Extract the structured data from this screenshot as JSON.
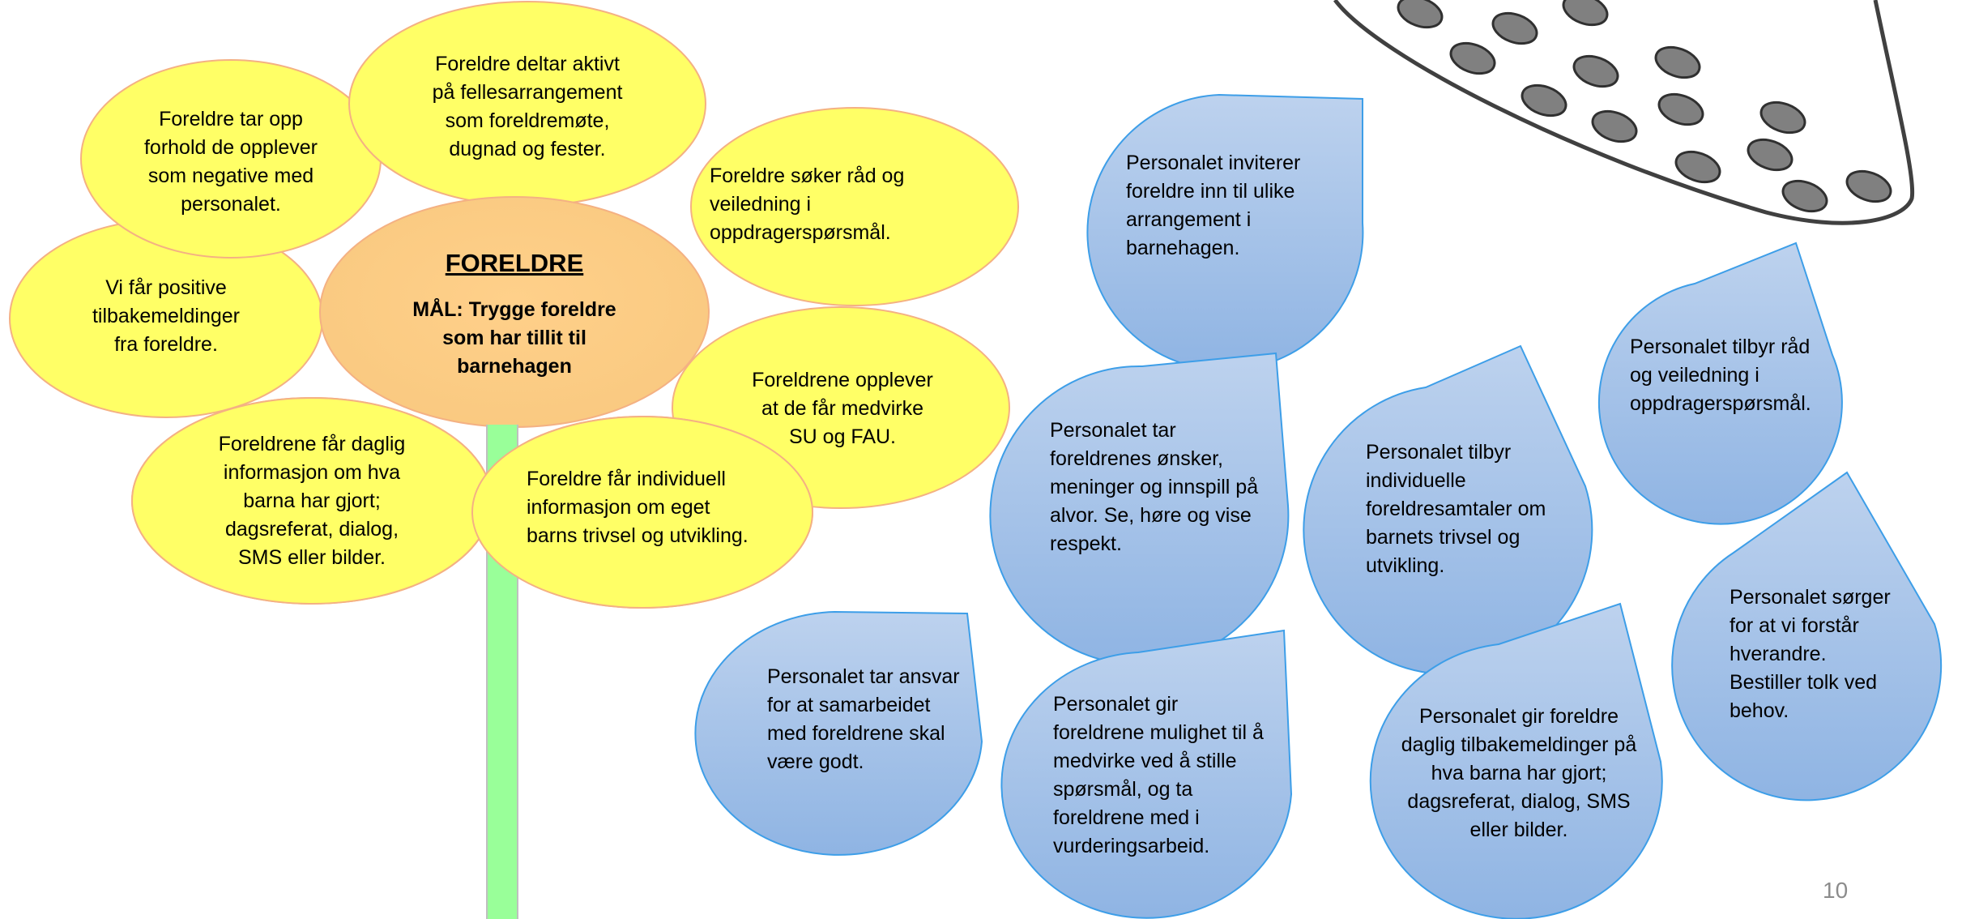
{
  "center": {
    "title": "FORELDRE",
    "goal_lines": [
      "MÅL: Trygge foreldre",
      "som har tillit til",
      "barnehagen"
    ]
  },
  "petals": [
    {
      "lines": [
        "Foreldre deltar aktivt",
        "på fellesarrangement",
        "som foreldremøte,",
        "dugnad og fester."
      ]
    },
    {
      "lines": [
        "Foreldre tar opp",
        "forhold de opplever",
        "som negative med",
        "personalet."
      ]
    },
    {
      "lines": [
        "Foreldre søker råd og",
        "veiledning i",
        "oppdragerspørsmål."
      ]
    },
    {
      "lines": [
        "Vi får positive",
        "tilbakemeldinger",
        "fra foreldre."
      ]
    },
    {
      "lines": [
        "Foreldrene opplever",
        "at de får medvirke",
        "SU og FAU."
      ]
    },
    {
      "lines": [
        "Foreldrene får daglig",
        "informasjon om hva",
        "barna har gjort;",
        "dagsreferat, dialog,",
        "SMS eller bilder."
      ]
    },
    {
      "lines": [
        "Foreldre får individuell",
        "informasjon om eget",
        "barns trivsel og utvikling."
      ]
    }
  ],
  "drops": [
    {
      "lines": [
        "Personalet inviterer",
        "foreldre inn til ulike",
        "arrangement i",
        "barnehagen."
      ]
    },
    {
      "lines": [
        "Personalet tilbyr råd",
        "og veiledning i",
        "oppdragerspørsmål."
      ]
    },
    {
      "lines": [
        "Personalet tar",
        "foreldrenes ønsker,",
        "meninger og innspill på",
        "alvor. Se, høre og vise",
        "respekt."
      ]
    },
    {
      "lines": [
        "Personalet tilbyr",
        "individuelle",
        "foreldresamtaler om",
        "barnets trivsel og",
        "utvikling."
      ]
    },
    {
      "lines": [
        "Personalet sørger",
        "for at vi forstår",
        "hverandre.",
        "Bestiller tolk ved",
        "behov."
      ]
    },
    {
      "lines": [
        "Personalet tar ansvar",
        "for at samarbeidet",
        "med foreldrene skal",
        "være godt."
      ]
    },
    {
      "lines": [
        "Personalet gir",
        "foreldrene mulighet til å",
        "medvirke ved å stille",
        "spørsmål, og ta",
        "foreldrene med i",
        "vurderingsarbeid."
      ]
    },
    {
      "lines": [
        "Personalet gir foreldre",
        "daglig tilbakemeldinger på",
        "hva barna har gjort;",
        "dagsreferat, dialog, SMS",
        "eller bilder."
      ]
    }
  ],
  "page_number": "10",
  "colors": {
    "petal_fill": "#ffff66",
    "petal_stroke": "#f4b183",
    "center_fill": "#ffd08a",
    "stem_fill": "#99ff99",
    "drop_light": "#bdd2ee",
    "drop_dark": "#8fb4e3",
    "drop_stroke": "#3d9ee8",
    "watering_can_stroke": "#404040",
    "hole_fill": "#808080"
  },
  "icons": [
    "flower",
    "watering-can",
    "water-drop"
  ]
}
